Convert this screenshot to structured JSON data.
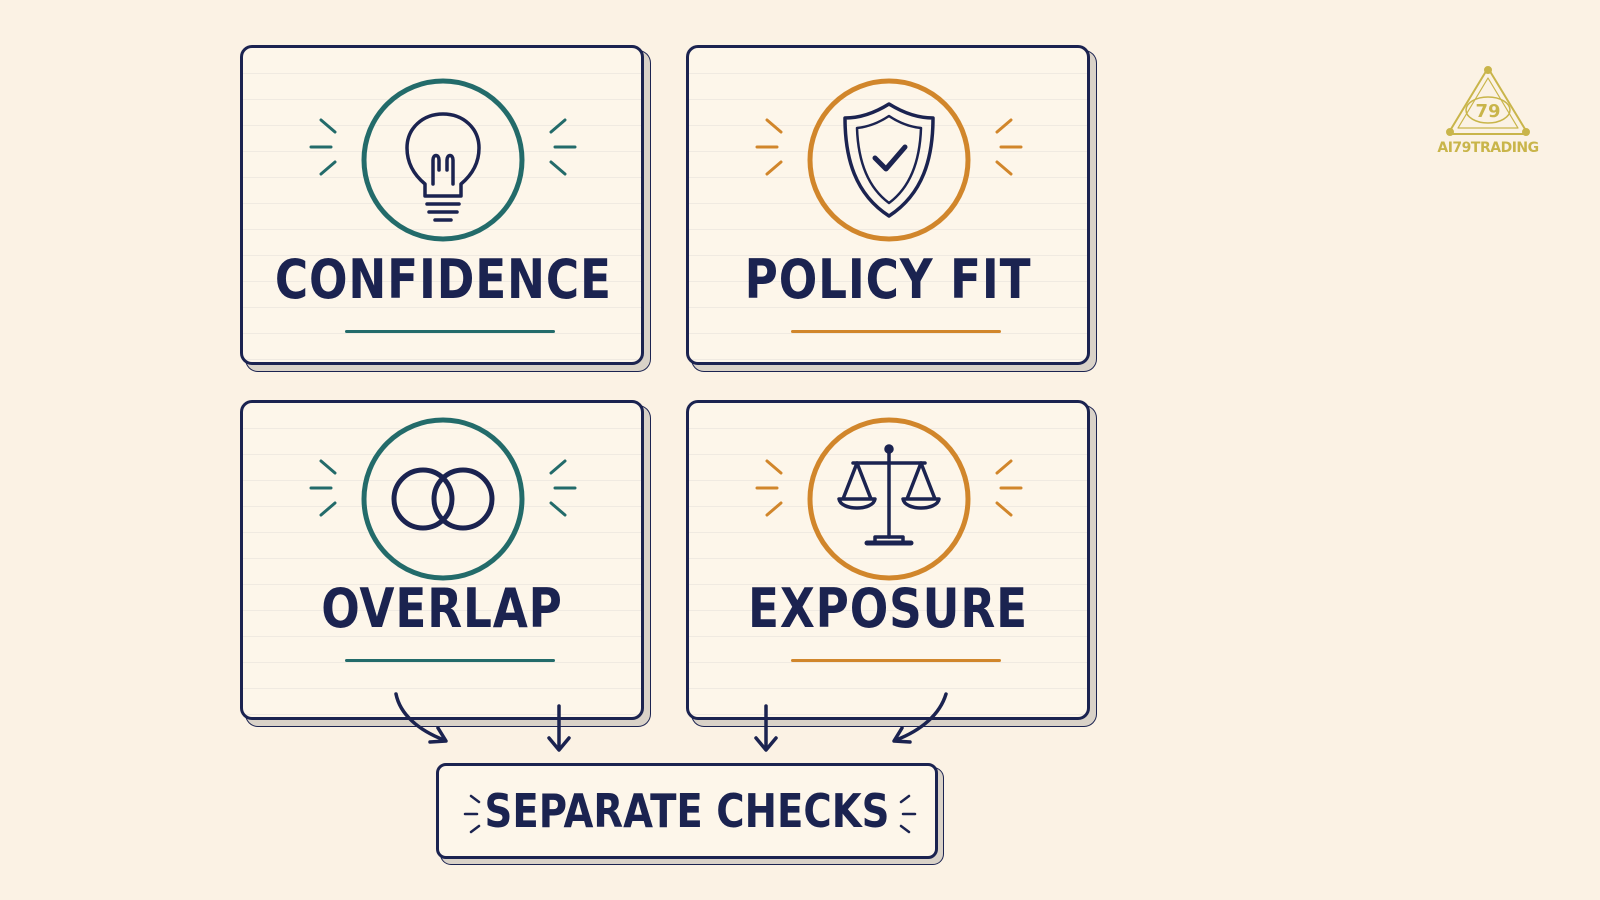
{
  "colors": {
    "navy": "#1b2350",
    "teal": "#236b6a",
    "orange": "#d1862b",
    "background": "#fbf2e4",
    "logo_gold": "#c9b54a"
  },
  "cards": [
    {
      "label": "CONFIDENCE",
      "icon": "lightbulb-icon",
      "accent": "#236b6a"
    },
    {
      "label": "POLICY FIT",
      "icon": "shield-check-icon",
      "accent": "#d1862b"
    },
    {
      "label": "OVERLAP",
      "icon": "interlocking-rings-icon",
      "accent": "#236b6a"
    },
    {
      "label": "EXPOSURE",
      "icon": "scales-icon",
      "accent": "#d1862b"
    }
  ],
  "result": {
    "label": "SEPARATE CHECKS"
  },
  "logo": {
    "text": "AI79TRADING",
    "icon": "triangle-logo-icon",
    "emblem_number": "79"
  }
}
